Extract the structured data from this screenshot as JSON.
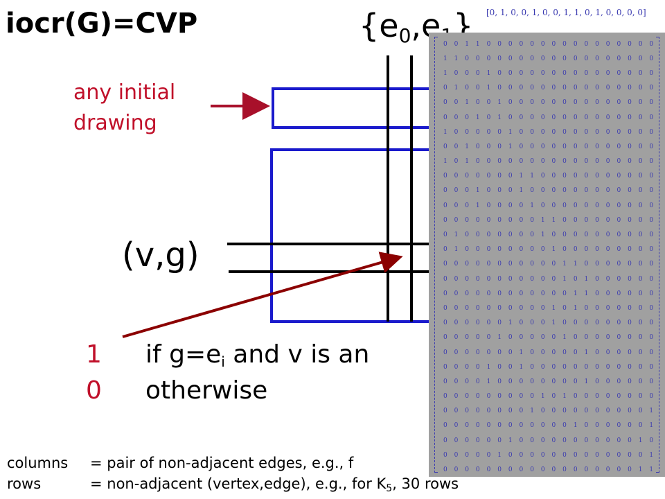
{
  "title": "iocr(G)=CVP",
  "set_label": {
    "prefix": "{e",
    "sub0": "0",
    "sep": ",e",
    "sub1": "1",
    "suffix": "}"
  },
  "vector_text": "[0, 1, 0, 0, 1, 0, 0, 1, 1, 0, 1, 0, 0, 0, 0]",
  "initial_label": {
    "line1": "any initial",
    "line2": "drawing"
  },
  "vg_label": "(v,g)",
  "rule_one": {
    "value": "1",
    "text_before": "if  g=e",
    "sub": "i",
    "text_after": " and v is an"
  },
  "rule_zero": {
    "value": "0",
    "text": "otherwise"
  },
  "notes": {
    "columns_key": "columns",
    "columns_text": "= pair of non-adjacent edges, e.g., f",
    "rows_key": "rows",
    "rows_text_before": "= non-adjacent (vertex,edge), e.g., for K",
    "rows_sub": "5",
    "rows_text_after": ", 30 rows"
  },
  "colors": {
    "red": "#c0102a",
    "blue": "#1a1acc",
    "dark_red_arrow": "#8b0000",
    "matrix_bg": "#a0a0a0",
    "matrix_text": "#3a3ab0"
  },
  "matrix": [
    [
      0,
      0,
      1,
      1,
      0,
      0,
      0,
      0,
      0,
      0,
      0,
      0,
      0,
      0,
      0,
      0,
      0,
      0,
      0,
      0
    ],
    [
      1,
      1,
      0,
      0,
      0,
      0,
      0,
      0,
      0,
      0,
      0,
      0,
      0,
      0,
      0,
      0,
      0,
      0,
      0,
      0
    ],
    [
      1,
      0,
      0,
      0,
      1,
      0,
      0,
      0,
      0,
      0,
      0,
      0,
      0,
      0,
      0,
      0,
      0,
      0,
      0,
      0
    ],
    [
      0,
      1,
      0,
      0,
      1,
      0,
      0,
      0,
      0,
      0,
      0,
      0,
      0,
      0,
      0,
      0,
      0,
      0,
      0,
      0
    ],
    [
      0,
      0,
      1,
      0,
      0,
      1,
      0,
      0,
      0,
      0,
      0,
      0,
      0,
      0,
      0,
      0,
      0,
      0,
      0,
      0
    ],
    [
      0,
      0,
      0,
      1,
      0,
      1,
      0,
      0,
      0,
      0,
      0,
      0,
      0,
      0,
      0,
      0,
      0,
      0,
      0,
      0
    ],
    [
      1,
      0,
      0,
      0,
      0,
      0,
      1,
      0,
      0,
      0,
      0,
      0,
      0,
      0,
      0,
      0,
      0,
      0,
      0,
      0
    ],
    [
      0,
      0,
      1,
      0,
      0,
      0,
      1,
      0,
      0,
      0,
      0,
      0,
      0,
      0,
      0,
      0,
      0,
      0,
      0,
      0
    ],
    [
      1,
      0,
      1,
      0,
      0,
      0,
      0,
      0,
      0,
      0,
      0,
      0,
      0,
      0,
      0,
      0,
      0,
      0,
      0,
      0
    ],
    [
      0,
      0,
      0,
      0,
      0,
      0,
      0,
      1,
      1,
      0,
      0,
      0,
      0,
      0,
      0,
      0,
      0,
      0,
      0,
      0
    ],
    [
      0,
      0,
      0,
      1,
      0,
      0,
      0,
      1,
      0,
      0,
      0,
      0,
      0,
      0,
      0,
      0,
      0,
      0,
      0,
      0
    ],
    [
      0,
      0,
      0,
      1,
      0,
      0,
      0,
      0,
      1,
      0,
      0,
      0,
      0,
      0,
      0,
      0,
      0,
      0,
      0,
      0
    ],
    [
      0,
      0,
      0,
      0,
      0,
      0,
      0,
      0,
      0,
      1,
      1,
      0,
      0,
      0,
      0,
      0,
      0,
      0,
      0,
      0
    ],
    [
      0,
      1,
      0,
      0,
      0,
      0,
      0,
      0,
      0,
      1,
      0,
      0,
      0,
      0,
      0,
      0,
      0,
      0,
      0,
      0
    ],
    [
      0,
      1,
      0,
      0,
      0,
      0,
      0,
      0,
      0,
      0,
      1,
      0,
      0,
      0,
      0,
      0,
      0,
      0,
      0,
      0
    ],
    [
      0,
      0,
      0,
      0,
      0,
      0,
      0,
      0,
      0,
      0,
      0,
      1,
      1,
      0,
      0,
      0,
      0,
      0,
      0,
      0
    ],
    [
      0,
      0,
      0,
      0,
      0,
      0,
      0,
      0,
      0,
      0,
      0,
      1,
      0,
      1,
      0,
      0,
      0,
      0,
      0,
      0
    ],
    [
      0,
      0,
      0,
      0,
      0,
      0,
      0,
      0,
      0,
      0,
      0,
      0,
      1,
      1,
      0,
      0,
      0,
      0,
      0,
      0
    ],
    [
      0,
      0,
      0,
      0,
      0,
      0,
      0,
      0,
      0,
      0,
      1,
      0,
      1,
      0,
      0,
      0,
      0,
      0,
      0,
      0
    ],
    [
      0,
      0,
      0,
      0,
      0,
      0,
      1,
      0,
      0,
      0,
      1,
      0,
      0,
      0,
      0,
      0,
      0,
      0,
      0,
      0
    ],
    [
      0,
      0,
      0,
      0,
      0,
      1,
      0,
      0,
      0,
      0,
      0,
      1,
      0,
      0,
      0,
      0,
      0,
      0,
      0,
      0
    ],
    [
      0,
      0,
      0,
      0,
      0,
      0,
      0,
      1,
      0,
      0,
      0,
      0,
      0,
      1,
      0,
      0,
      0,
      0,
      0,
      0
    ],
    [
      0,
      0,
      0,
      0,
      1,
      0,
      0,
      1,
      0,
      0,
      0,
      0,
      0,
      0,
      0,
      0,
      0,
      0,
      0,
      0
    ],
    [
      0,
      0,
      0,
      0,
      1,
      0,
      0,
      0,
      0,
      0,
      0,
      0,
      0,
      1,
      0,
      0,
      0,
      0,
      0,
      0
    ],
    [
      0,
      0,
      0,
      0,
      0,
      0,
      0,
      0,
      0,
      1,
      0,
      1,
      0,
      0,
      0,
      0,
      0,
      0,
      0,
      0
    ],
    [
      0,
      0,
      0,
      0,
      0,
      0,
      0,
      0,
      1,
      0,
      0,
      0,
      0,
      0,
      0,
      0,
      0,
      0,
      0,
      1
    ],
    [
      0,
      0,
      0,
      0,
      0,
      0,
      0,
      0,
      0,
      0,
      0,
      0,
      1,
      0,
      0,
      0,
      0,
      0,
      0,
      1
    ],
    [
      0,
      0,
      0,
      0,
      0,
      0,
      1,
      0,
      0,
      0,
      0,
      0,
      0,
      0,
      0,
      0,
      0,
      0,
      1,
      0
    ],
    [
      0,
      0,
      0,
      0,
      0,
      1,
      0,
      0,
      0,
      0,
      0,
      0,
      0,
      0,
      0,
      0,
      0,
      0,
      0,
      1
    ],
    [
      0,
      0,
      0,
      0,
      0,
      0,
      0,
      0,
      0,
      0,
      0,
      0,
      0,
      0,
      0,
      0,
      0,
      0,
      1,
      1
    ]
  ]
}
